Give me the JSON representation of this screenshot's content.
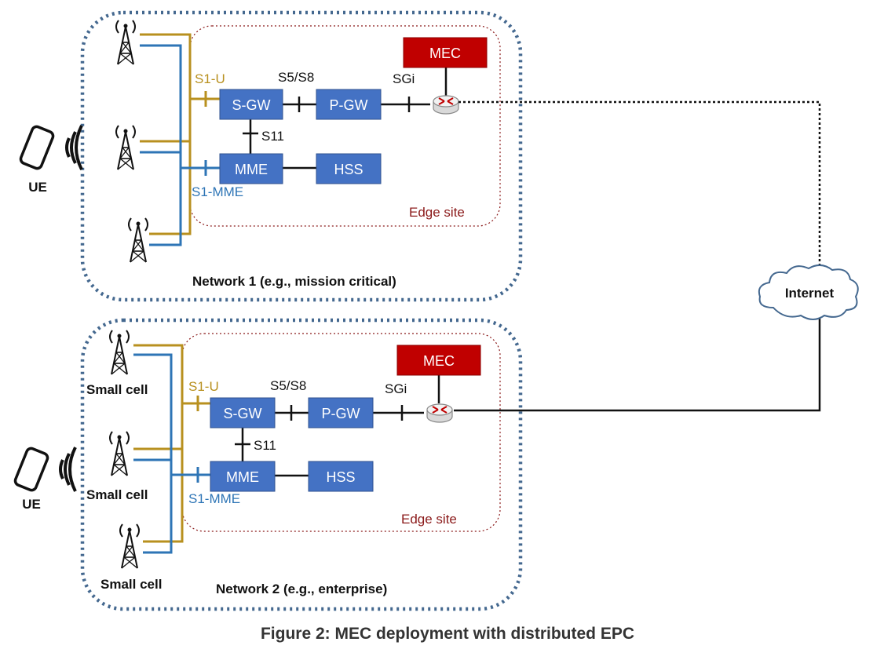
{
  "figure_caption": "Figure 2: MEC deployment with distributed EPC",
  "internet_label": "Internet",
  "networks": [
    {
      "caption": "Network 1 (e.g., mission critical)",
      "ue_label": "UE",
      "edge_site_label": "Edge site",
      "nodes": {
        "sgw": "S-GW",
        "pgw": "P-GW",
        "mme": "MME",
        "hss": "HSS",
        "mec": "MEC"
      },
      "interfaces": {
        "s1u": "S1-U",
        "s5s8": "S5/S8",
        "sgi": "SGi",
        "s11": "S11",
        "s1mme": "S1-MME"
      },
      "cell_labels": []
    },
    {
      "caption": "Network 2 (e.g., enterprise)",
      "ue_label": "UE",
      "edge_site_label": "Edge site",
      "nodes": {
        "sgw": "S-GW",
        "pgw": "P-GW",
        "mme": "MME",
        "hss": "HSS",
        "mec": "MEC"
      },
      "interfaces": {
        "s1u": "S1-U",
        "s5s8": "S5/S8",
        "sgi": "SGi",
        "s11": "S11",
        "s1mme": "S1-MME"
      },
      "cell_labels": [
        "Small cell",
        "Small cell",
        "Small cell"
      ]
    }
  ],
  "colors": {
    "node_fill": "#4472c4",
    "mec_fill": "#c00000",
    "s1u_line": "#b8901f",
    "s1mme_line": "#2e75b6",
    "network_border": "#44688f",
    "edge_site_border": "#8b1a1a"
  }
}
